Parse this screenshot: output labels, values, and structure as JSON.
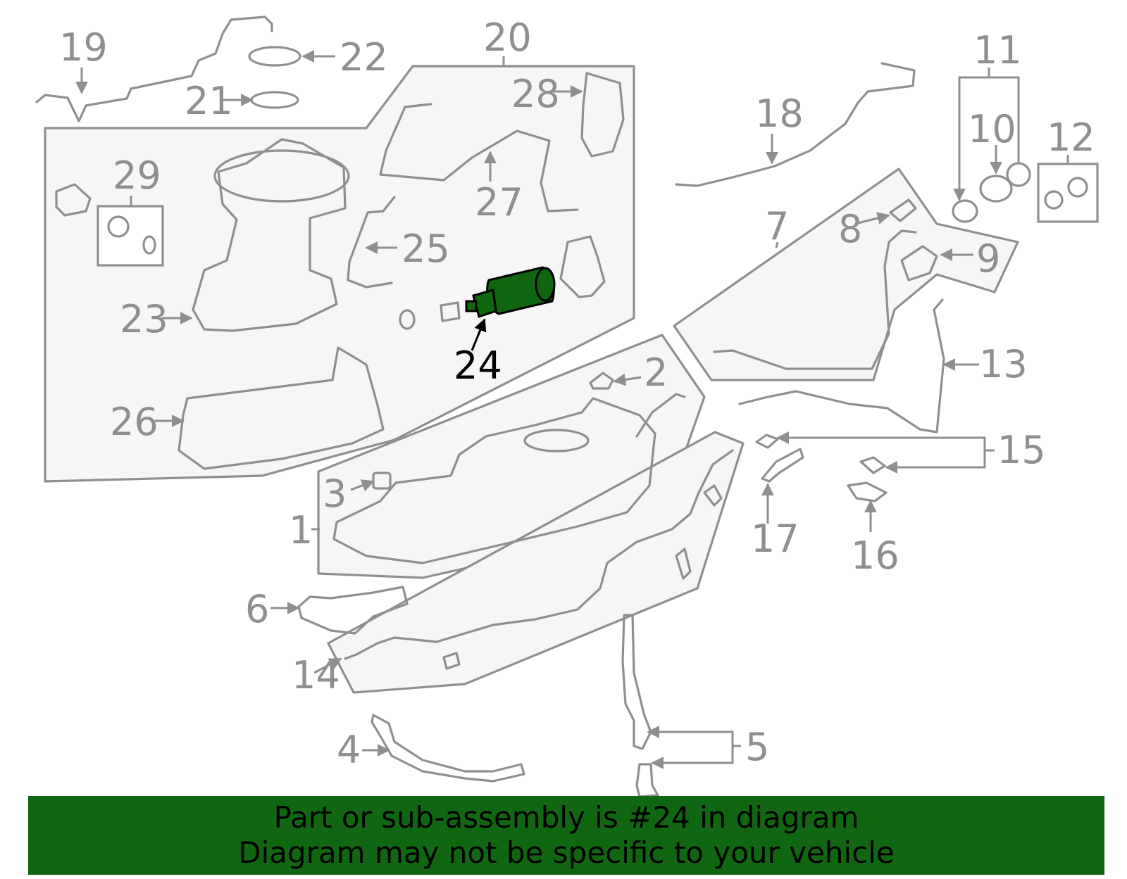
{
  "diagram": {
    "highlight_color": "#116611",
    "line_color": "#8f8f8f",
    "highlighted_part": "24",
    "callouts": [
      "1",
      "2",
      "3",
      "4",
      "5",
      "6",
      "7",
      "8",
      "9",
      "10",
      "11",
      "12",
      "13",
      "14",
      "15",
      "16",
      "17",
      "18",
      "19",
      "20",
      "21",
      "22",
      "23",
      "24",
      "25",
      "26",
      "27",
      "28",
      "29"
    ]
  },
  "banner": {
    "line1": "Part or sub-assembly is #24 in diagram",
    "line2": "Diagram may not be specific to your vehicle",
    "background": "#116611"
  }
}
